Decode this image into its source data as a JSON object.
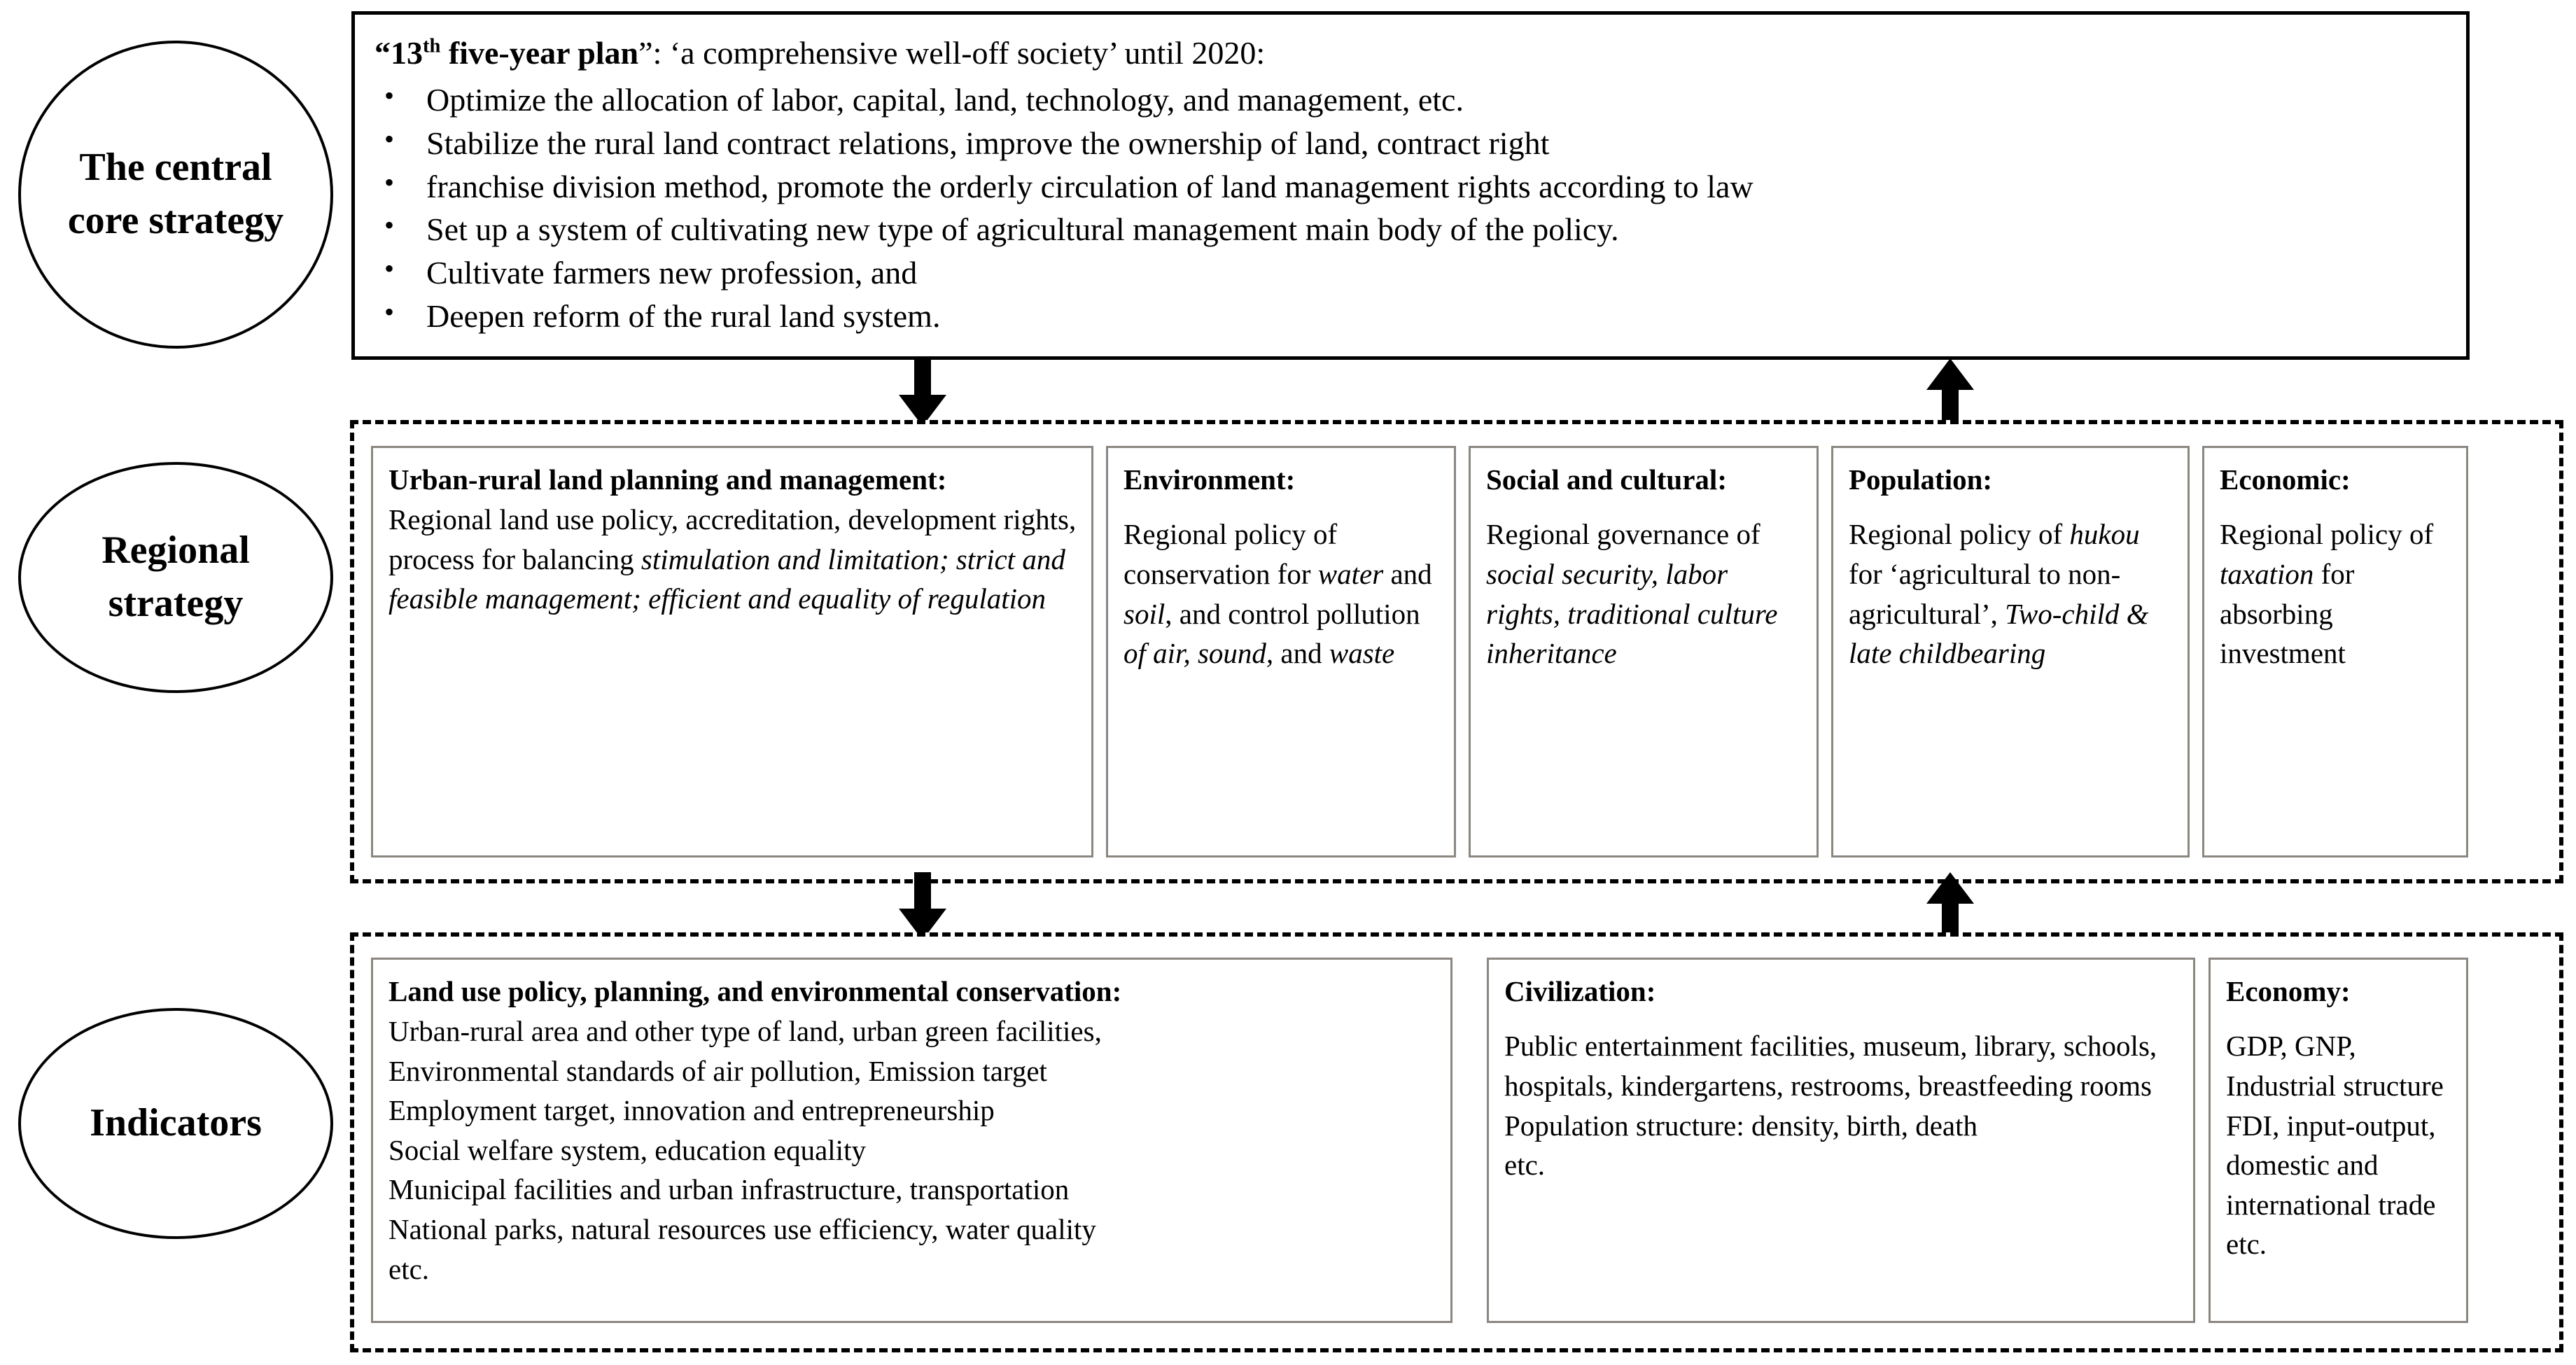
{
  "rows": {
    "central": {
      "ellipse_label_line1": "The central",
      "ellipse_label_line2": "core strategy",
      "heading_prefix": "“13",
      "heading_sup": "th",
      "heading_rest": " five-year plan",
      "heading_tail": "”: ‘a comprehensive well-off society’ until 2020:",
      "bullets": [
        "Optimize the allocation of labor, capital, land, technology, and management, etc.",
        "Stabilize the rural land contract relations, improve the ownership of land, contract right",
        "franchise division method, promote the orderly circulation of land management rights according to law",
        "Set up a system of cultivating new type of agricultural management main body of the policy.",
        "Cultivate farmers new profession, and",
        "Deepen reform of the rural land system."
      ]
    },
    "regional": {
      "ellipse_label_line1": "Regional",
      "ellipse_label_line2": "strategy",
      "boxes": [
        {
          "title": "Urban-rural land planning and management:",
          "body_plain": "Regional land use policy, accreditation, development rights, process for balancing ",
          "body_italic": "stimulation and limitation; strict and feasible management; efficient and equality of regulation"
        },
        {
          "title": "Environment:",
          "body_segments": [
            {
              "text": "Regional policy of conservation for ",
              "italic": false
            },
            {
              "text": "water",
              "italic": true
            },
            {
              "text": " and ",
              "italic": false
            },
            {
              "text": "soil",
              "italic": true
            },
            {
              "text": ", and control pollution ",
              "italic": false
            },
            {
              "text": "of air, sound,",
              "italic": true
            },
            {
              "text": " and ",
              "italic": false
            },
            {
              "text": "waste",
              "italic": true
            }
          ]
        },
        {
          "title": "Social and cultural:",
          "body_segments": [
            {
              "text": "Regional governance of ",
              "italic": false
            },
            {
              "text": "social security, labor rights, traditional culture inheritance",
              "italic": true
            }
          ]
        },
        {
          "title": "Population:",
          "body_segments": [
            {
              "text": "Regional policy of ",
              "italic": false
            },
            {
              "text": "hukou",
              "italic": true
            },
            {
              "text": " for ‘agricultural to non-agricultural’, ",
              "italic": false
            },
            {
              "text": "Two-child & late childbearing",
              "italic": true
            }
          ]
        },
        {
          "title": "Economic:",
          "body_segments": [
            {
              "text": "Regional policy of ",
              "italic": false
            },
            {
              "text": "taxation",
              "italic": true
            },
            {
              "text": " for absorbing investment",
              "italic": false
            }
          ]
        }
      ]
    },
    "indicators": {
      "ellipse_label": "Indicators",
      "boxes": [
        {
          "title": "Land use policy, planning, and environmental conservation:",
          "lines": [
            "Urban-rural area and other type of land, urban green facilities,",
            "Environmental standards of air pollution, Emission target",
            "Employment target, innovation and entrepreneurship",
            "Social welfare system, education equality",
            "Municipal facilities and urban infrastructure, transportation",
            "National parks, natural resources use efficiency, water quality",
            "etc."
          ]
        },
        {
          "title": "Civilization:",
          "lines": [
            "Public entertainment facilities, museum, library, schools, hospitals, kindergartens, restrooms, breastfeeding rooms",
            "Population structure: density, birth, death",
            "etc."
          ]
        },
        {
          "title": "Economy:",
          "lines": [
            "GDP, GNP,",
            "Industrial structure",
            "FDI, input-output, domestic and international trade",
            "etc."
          ]
        }
      ]
    }
  },
  "arrows": {
    "down_1": "arrow-down",
    "up_1": "arrow-up",
    "down_2": "arrow-down",
    "up_2": "arrow-up"
  },
  "colors": {
    "outline": "#000000",
    "subbox_border": "#8b8680",
    "background": "#ffffff"
  }
}
